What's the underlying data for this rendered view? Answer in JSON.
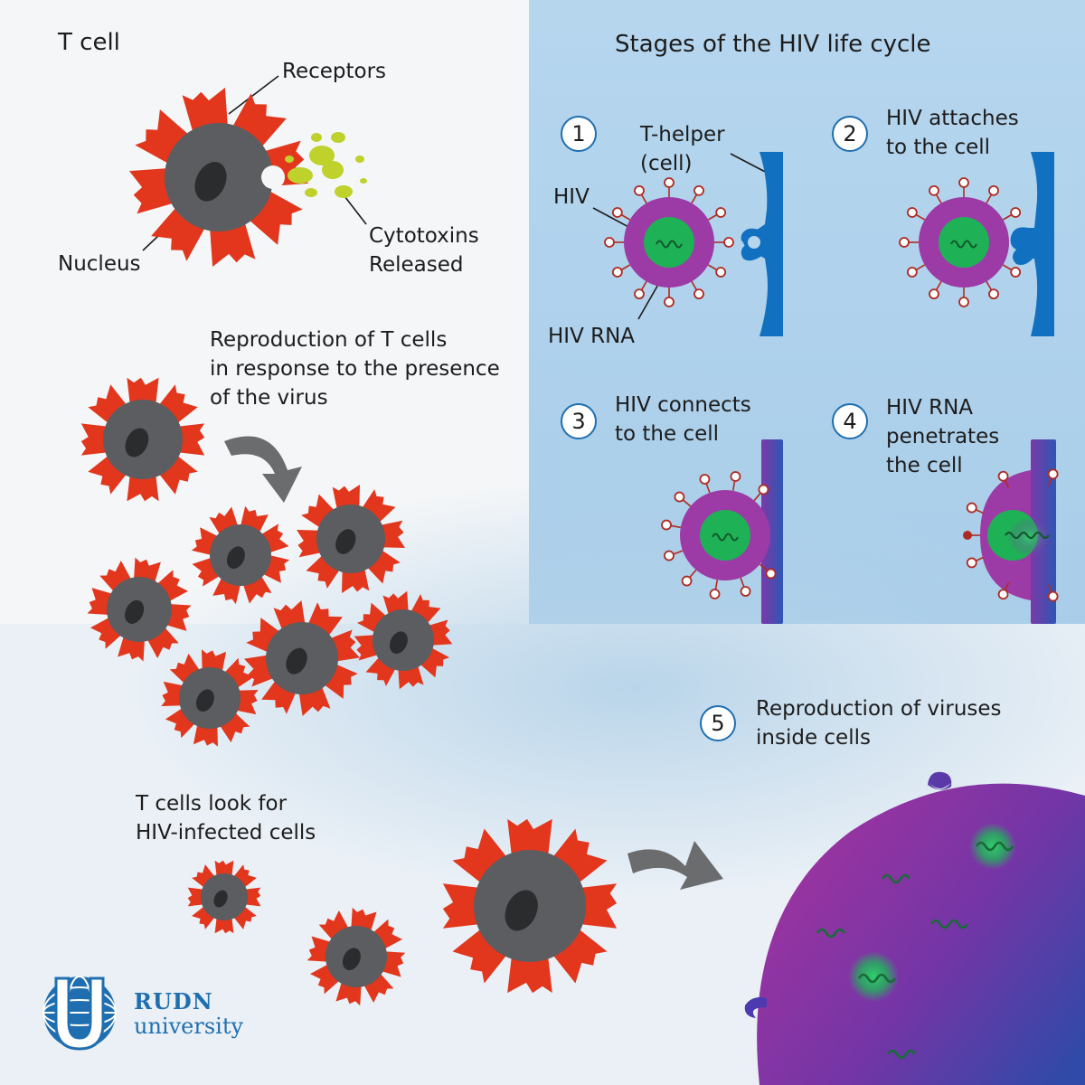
{
  "left": {
    "title": "T cell",
    "receptors": "Receptors",
    "nucleus": "Nucleus",
    "cytotoxins": [
      "Cytotoxins",
      "Released"
    ],
    "reproduction": [
      "Reproduction of T cells",
      "in response to the presence",
      "of the virus"
    ],
    "look_for": [
      "T cells look for",
      "HIV-infected cells"
    ]
  },
  "right": {
    "title": "Stages of the HIV life cycle",
    "stages": [
      {
        "number": "1",
        "lines": []
      },
      {
        "number": "2",
        "lines": [
          "HIV attaches",
          "to the cell"
        ]
      },
      {
        "number": "3",
        "lines": [
          "HIV connects",
          "to the cell"
        ]
      },
      {
        "number": "4",
        "lines": [
          "HIV RNA",
          "penetrates",
          "the cell"
        ]
      },
      {
        "number": "5",
        "lines": [
          "Reproduction of viruses",
          "inside cells"
        ]
      }
    ],
    "t_helper": [
      "T-helper",
      "(cell)"
    ],
    "hiv": "HIV",
    "hiv_rna": "HIV RNA"
  },
  "logo": {
    "line1": "RUDN",
    "line2": "university"
  },
  "colors": {
    "t_cell_body": "#5b5d60",
    "receptor": "#e2361d",
    "cytotoxin": "#bfd12b",
    "hiv_envelope": "#9c3aa6",
    "hiv_core": "#1fb155",
    "t_helper": "#1270c0",
    "panel_background": "#b6d6ee",
    "brand": "#1f6fb0"
  }
}
